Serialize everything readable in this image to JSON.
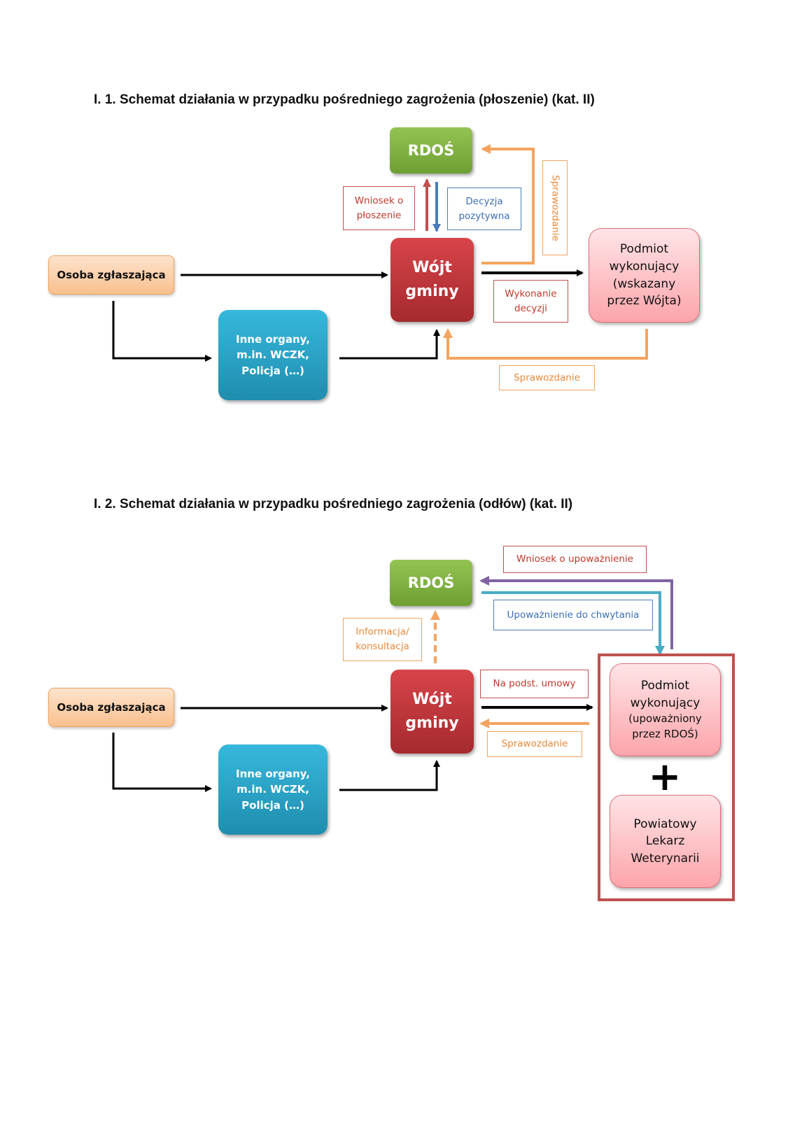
{
  "section1": {
    "title": "I. 1. Schemat działania w przypadku pośredniego zagrożenia (płoszenie) (kat. II)",
    "rdos": "RDOŚ",
    "wojt": "Wójt\ngminy",
    "osoba": "Osoba zgłaszająca",
    "inne": "Inne organy,\nm.in. WCZK,\nPolicja (…)",
    "podmiot": "Podmiot\nwykonujący\n(wskazany\nprzez Wójta)",
    "label_wniosek": "Wniosek o\npłoszenie",
    "label_decyzja": "Decyzja\npozytywna",
    "label_sprawozdanie_vertical": "Sprawozdanie",
    "label_wykonanie": "Wykonanie\ndecyzji",
    "label_sprawozdanie_bottom": "Sprawozdanie"
  },
  "section2": {
    "title": "I. 2. Schemat działania w przypadku pośredniego zagrożenia (odłów) (kat. II)",
    "rdos": "RDOŚ",
    "wojt": "Wójt\ngminy",
    "osoba": "Osoba zgłaszająca",
    "inne": "Inne organy,\nm.in. WCZK,\nPolicja (…)",
    "podmiot_main": "Podmiot\nwykonujący",
    "podmiot_sub": "(upoważniony\nprzez RDOŚ)",
    "lekarz": "Powiatowy\nLekarz\nWeterynarii",
    "plus": "+",
    "label_wniosek_upow": "Wniosek o upoważnienie",
    "label_upowaznienie": "Upoważnienie do chwytania",
    "label_informacja": "Informacja/\nkonsultacja",
    "label_umowa": "Na podst. umowy",
    "label_sprawozdanie": "Sprawozdanie"
  },
  "colors": {
    "green": "#7cae3d",
    "red": "#c0392b",
    "orange": "#f4a460",
    "blue": "#2aa3c9",
    "pink": "#f9b3b8",
    "purple": "#8064a2",
    "teal": "#4bacc6",
    "arrow_red": "#c0504d",
    "arrow_blue": "#4a7ebb"
  }
}
